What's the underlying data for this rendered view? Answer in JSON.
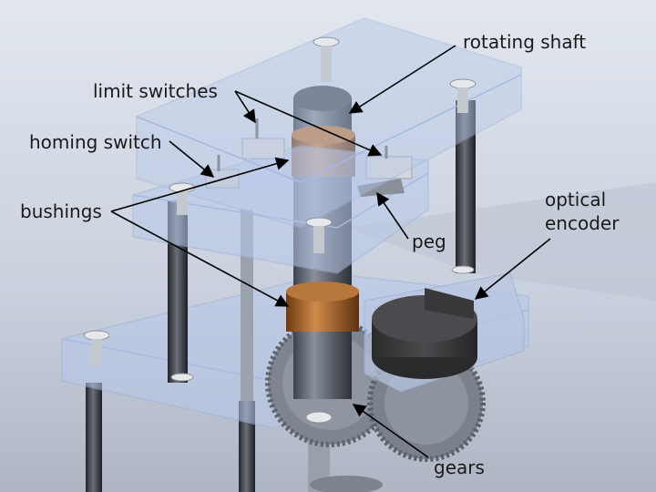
{
  "labels": {
    "rotating_shaft": "rotating shaft",
    "limit_switches": "limit switches",
    "homing_switch": "homing switch",
    "bushings": "bushings",
    "peg": "peg",
    "optical_encoder_line1": "optical",
    "optical_encoder_line2": "encoder",
    "gears": "gears"
  },
  "colors": {
    "background": "#cfd6e2",
    "acrylic_plate": "#b8c8ea",
    "shaft": "#5f6470",
    "bushing": "#a8632d",
    "encoder": "#3c3c3e",
    "leader_line": "#000000"
  }
}
